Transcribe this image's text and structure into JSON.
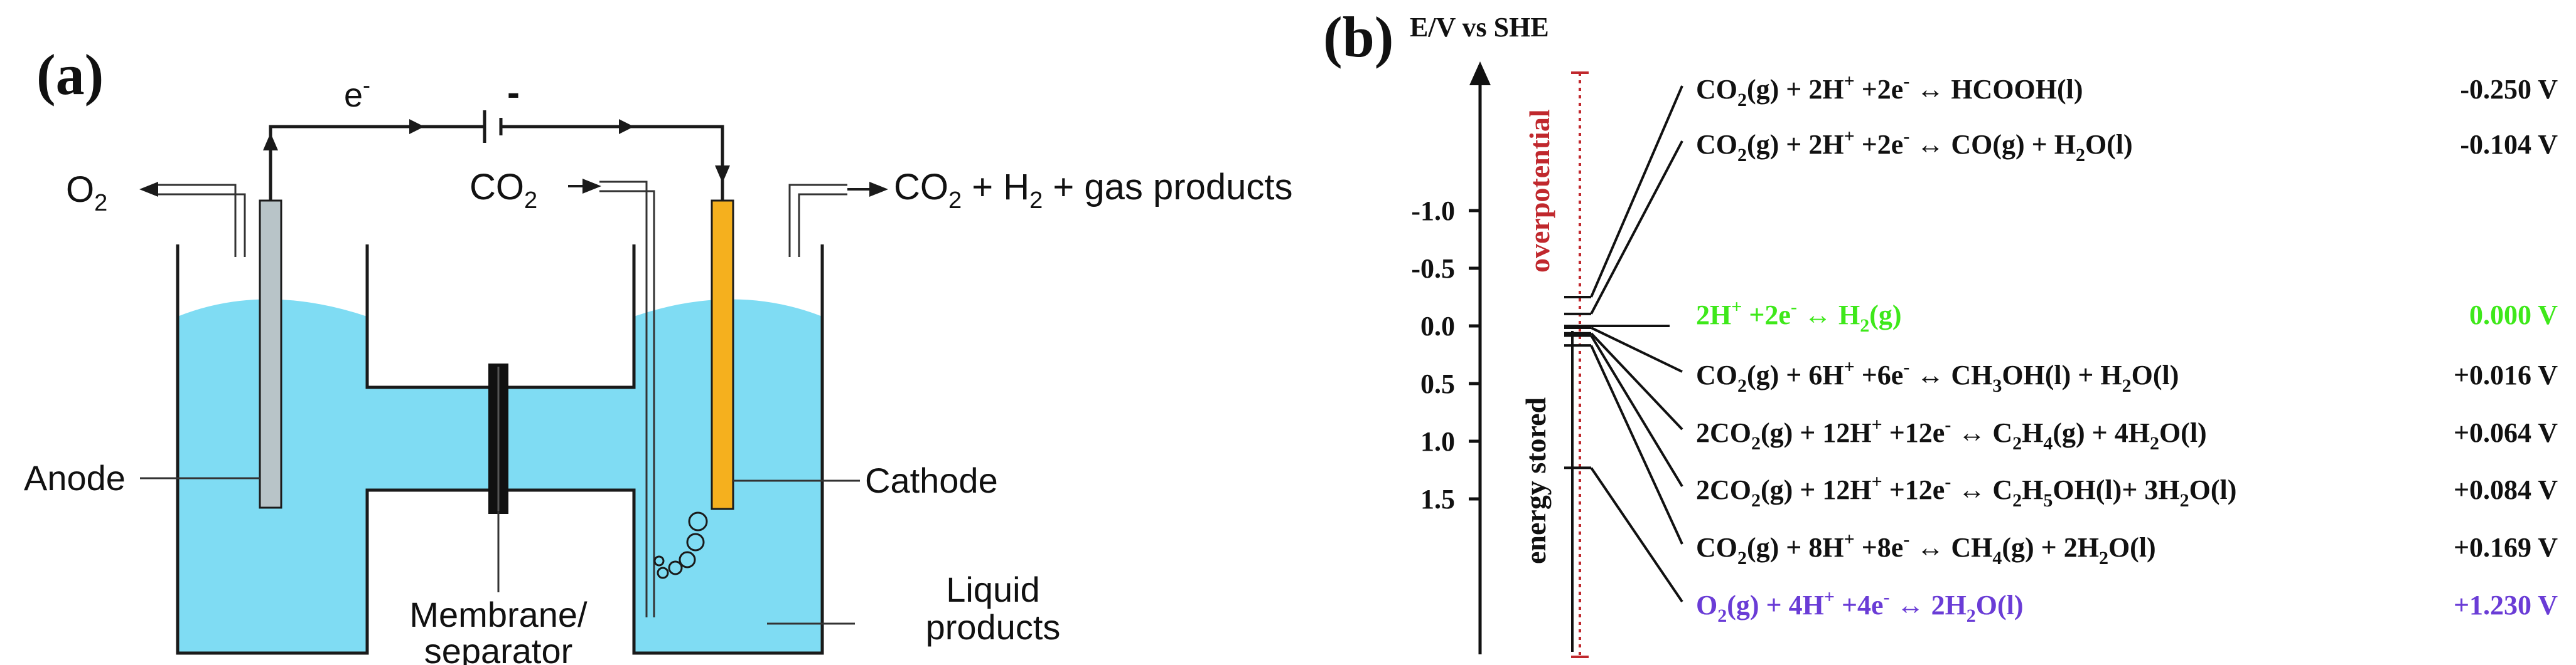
{
  "panel_a": {
    "label": "(a)",
    "electron": "e",
    "electron_sup": "-",
    "minus": "-",
    "o2_main": "O",
    "o2_sub": "2",
    "co2_in_main": "CO",
    "co2_in_sub": "2",
    "out_co2": "CO",
    "out_co2_sub": "2",
    "out_mid": " + H",
    "out_h2_sub": "2",
    "out_tail": " + gas products",
    "anode": "Anode",
    "cathode": "Cathode",
    "membrane_line1": "Membrane/",
    "membrane_line2": "separator",
    "liquid_line1": "Liquid",
    "liquid_line2": "products",
    "colors": {
      "liquid": "#7fdcf3",
      "anode": "#b8c4c8",
      "cathode": "#f5b01e",
      "outline": "#1a1a1a"
    }
  },
  "panel_b": {
    "label": "(b)",
    "axis_title": "E/V vs SHE",
    "ticks": [
      {
        "value": -1.0,
        "label": "-1.0"
      },
      {
        "value": -0.5,
        "label": "-0.5"
      },
      {
        "value": 0.0,
        "label": "0.0"
      },
      {
        "value": 0.5,
        "label": "0.5"
      },
      {
        "value": 1.0,
        "label": "1.0"
      },
      {
        "value": 1.5,
        "label": "1.5"
      }
    ],
    "overpotential_label": "overpotential",
    "energy_stored_label": "energy stored",
    "colors": {
      "overpotential": "#c0282d",
      "hydrogen": "#3ee81a",
      "oxygen": "#6a3cd6",
      "default": "#111111"
    },
    "reactions": [
      {
        "parts": [
          [
            "CO",
            ""
          ],
          [
            "2",
            "sub"
          ],
          [
            "(g) + 2H",
            ""
          ],
          [
            "+",
            "sup"
          ],
          [
            " +2e",
            ""
          ],
          [
            "-",
            "sup"
          ],
          [
            " ↔ HCOOH(l)",
            ""
          ]
        ],
        "potential": "-0.250 V",
        "value": -0.25,
        "color": "default"
      },
      {
        "parts": [
          [
            "CO",
            ""
          ],
          [
            "2",
            "sub"
          ],
          [
            "(g) + 2H",
            ""
          ],
          [
            "+",
            "sup"
          ],
          [
            " +2e",
            ""
          ],
          [
            "-",
            "sup"
          ],
          [
            " ↔ CO(g) + H",
            ""
          ],
          [
            "2",
            "sub"
          ],
          [
            "O(l)",
            ""
          ]
        ],
        "potential": "-0.104 V",
        "value": -0.104,
        "color": "default"
      },
      {
        "parts": [
          [
            "2H",
            ""
          ],
          [
            "+",
            "sup"
          ],
          [
            " +2e",
            ""
          ],
          [
            "-",
            "sup"
          ],
          [
            " ↔ H",
            ""
          ],
          [
            "2",
            "sub"
          ],
          [
            "(g)",
            ""
          ]
        ],
        "potential": "0.000 V",
        "value": 0.0,
        "color": "hydrogen"
      },
      {
        "parts": [
          [
            "CO",
            ""
          ],
          [
            "2",
            "sub"
          ],
          [
            "(g) + 6H",
            ""
          ],
          [
            "+",
            "sup"
          ],
          [
            " +6e",
            ""
          ],
          [
            "-",
            "sup"
          ],
          [
            " ↔ CH",
            ""
          ],
          [
            "3",
            "sub"
          ],
          [
            "OH(l) + H",
            ""
          ],
          [
            "2",
            "sub"
          ],
          [
            "O(l)",
            ""
          ]
        ],
        "potential": "+0.016 V",
        "value": 0.016,
        "color": "default"
      },
      {
        "parts": [
          [
            "2CO",
            ""
          ],
          [
            "2",
            "sub"
          ],
          [
            "(g) + 12H",
            ""
          ],
          [
            "+",
            "sup"
          ],
          [
            " +12e",
            ""
          ],
          [
            "-",
            "sup"
          ],
          [
            " ↔ C",
            ""
          ],
          [
            "2",
            "sub"
          ],
          [
            "H",
            ""
          ],
          [
            "4",
            "sub"
          ],
          [
            "(g) + 4H",
            ""
          ],
          [
            "2",
            "sub"
          ],
          [
            "O(l)",
            ""
          ]
        ],
        "potential": "+0.064 V",
        "value": 0.064,
        "color": "default"
      },
      {
        "parts": [
          [
            "2CO",
            ""
          ],
          [
            "2",
            "sub"
          ],
          [
            "(g) + 12H",
            ""
          ],
          [
            "+",
            "sup"
          ],
          [
            " +12e",
            ""
          ],
          [
            "-",
            "sup"
          ],
          [
            " ↔ C",
            ""
          ],
          [
            "2",
            "sub"
          ],
          [
            "H",
            ""
          ],
          [
            "5",
            "sub"
          ],
          [
            "OH(l)+ 3H",
            ""
          ],
          [
            "2",
            "sub"
          ],
          [
            "O(l)",
            ""
          ]
        ],
        "potential": "+0.084 V",
        "value": 0.084,
        "color": "default"
      },
      {
        "parts": [
          [
            "CO",
            ""
          ],
          [
            "2",
            "sub"
          ],
          [
            "(g) + 8H",
            ""
          ],
          [
            "+",
            "sup"
          ],
          [
            " +8e",
            ""
          ],
          [
            "-",
            "sup"
          ],
          [
            " ↔ CH",
            ""
          ],
          [
            "4",
            "sub"
          ],
          [
            "(g) + 2H",
            ""
          ],
          [
            "2",
            "sub"
          ],
          [
            "O(l)",
            ""
          ]
        ],
        "potential": "+0.169 V",
        "value": 0.169,
        "color": "default"
      },
      {
        "parts": [
          [
            "O",
            ""
          ],
          [
            "2",
            "sub"
          ],
          [
            "(g) + 4H",
            ""
          ],
          [
            "+",
            "sup"
          ],
          [
            " +4e",
            ""
          ],
          [
            "-",
            "sup"
          ],
          [
            " ↔ 2H",
            ""
          ],
          [
            "2",
            "sub"
          ],
          [
            "O(l)",
            ""
          ]
        ],
        "potential": "+1.230 V",
        "value": 1.23,
        "color": "oxygen"
      }
    ]
  }
}
